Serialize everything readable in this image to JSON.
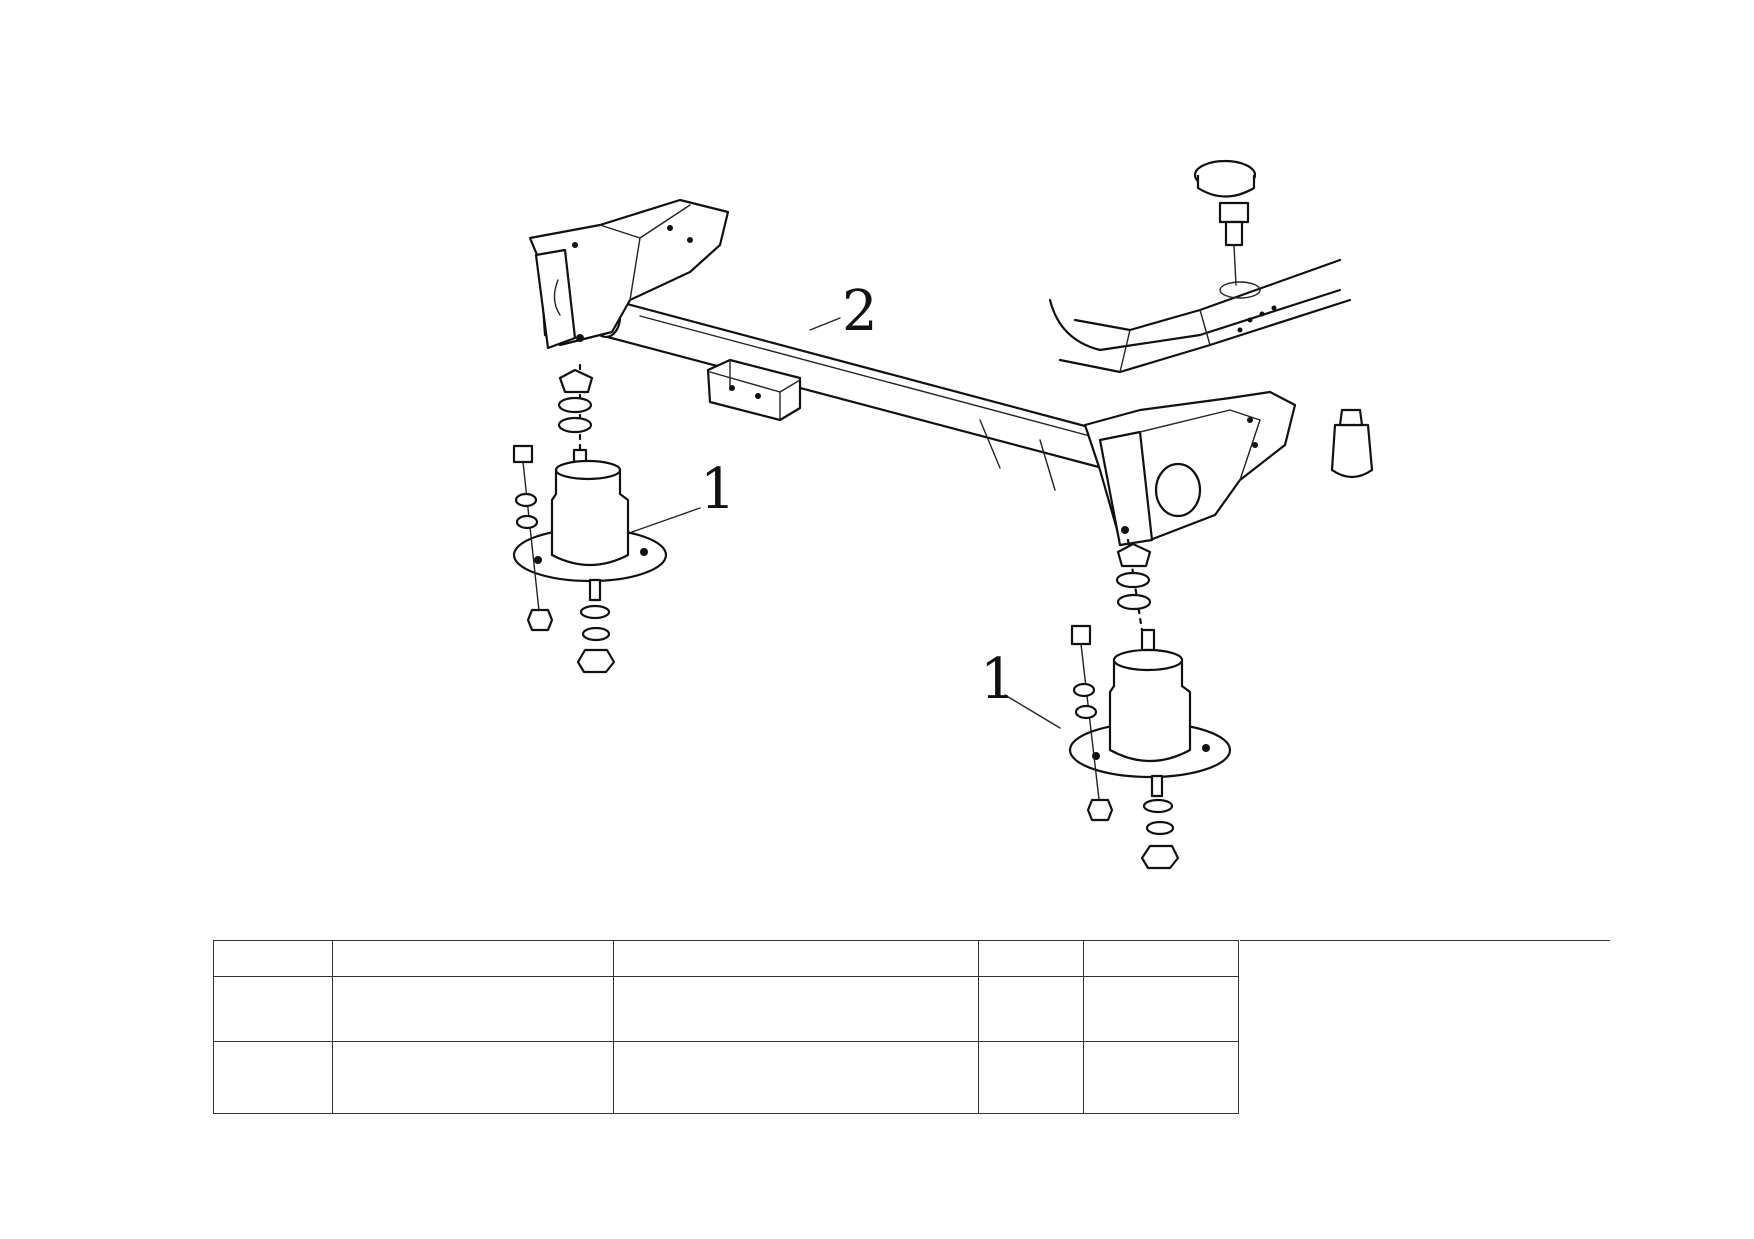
{
  "callouts": {
    "mount_left": "1",
    "mount_right": "1",
    "crossmember": "2"
  },
  "table": {
    "rows": [
      [
        "",
        "",
        "",
        "",
        ""
      ],
      [
        "",
        "",
        "",
        "",
        ""
      ],
      [
        "",
        "",
        "",
        "",
        ""
      ]
    ]
  }
}
